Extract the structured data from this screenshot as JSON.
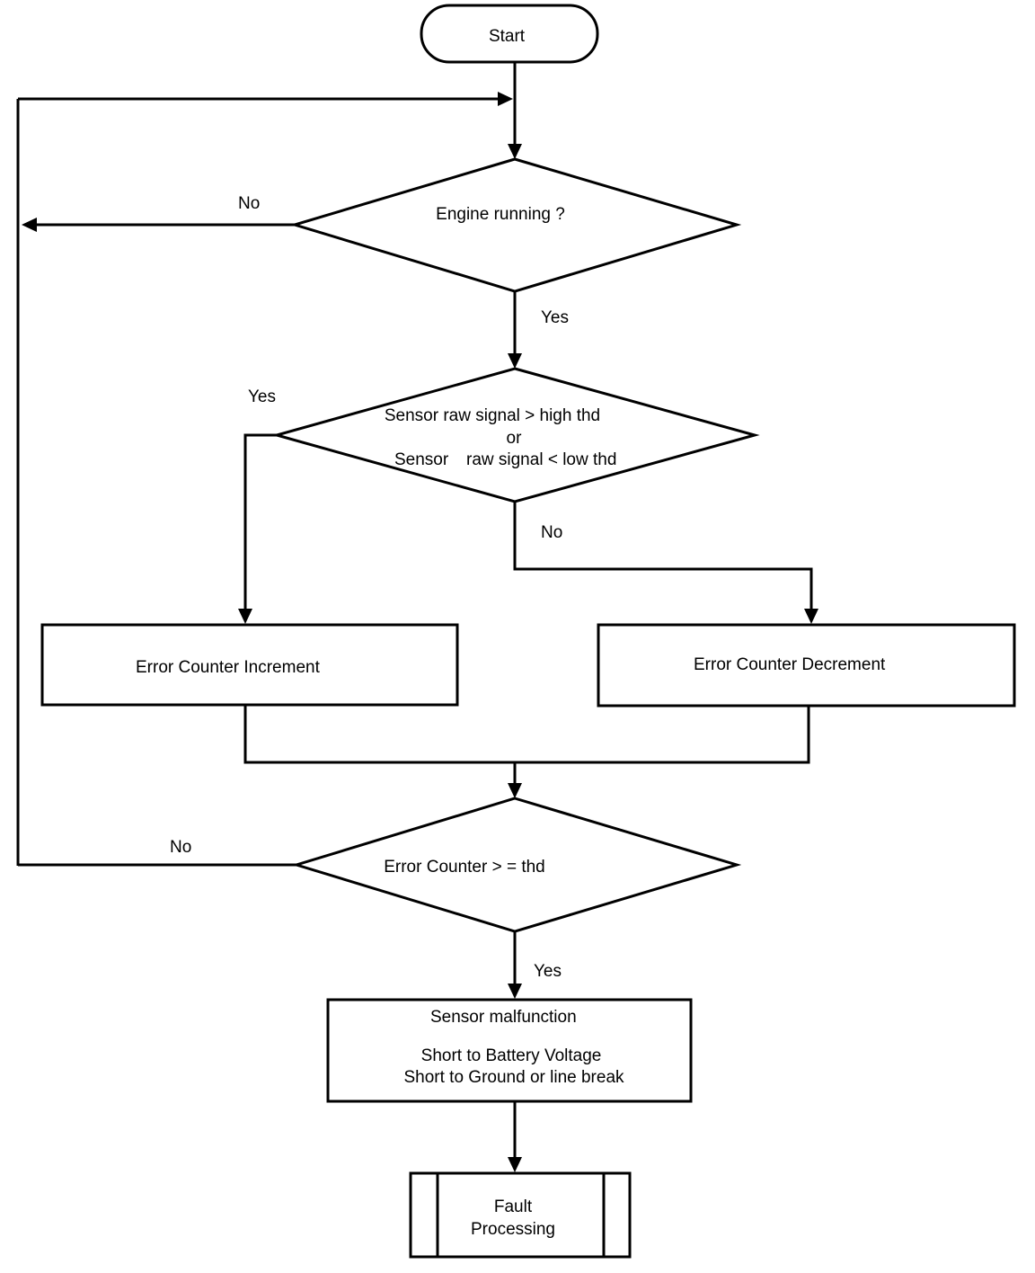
{
  "flowchart": {
    "start": "Start",
    "engine_decision": "Engine running ?",
    "engine_no": "No",
    "engine_yes": "Yes",
    "sensor_decision": {
      "line1": "Sensor raw signal > high thd",
      "line2": "or",
      "line3_a": "Sensor",
      "line3_b": "raw signal < low thd"
    },
    "sensor_yes": "Yes",
    "sensor_no": "No",
    "increment_box": "Error Counter Increment",
    "decrement_box": "Error Counter Decrement",
    "counter_decision": "Error Counter > = thd",
    "counter_no": "No",
    "counter_yes": "Yes",
    "malfunction_box": {
      "title": "Sensor malfunction",
      "line1": "Short to Battery Voltage",
      "line2": "Short to Ground or  line break"
    },
    "fault_box": {
      "line1": "Fault",
      "line2": "Processing"
    }
  }
}
